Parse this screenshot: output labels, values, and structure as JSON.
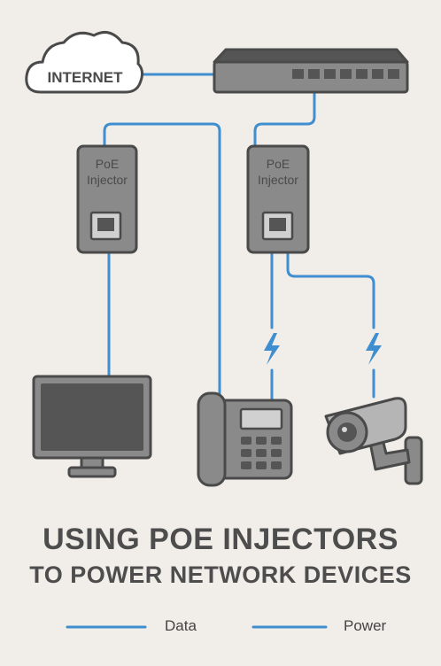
{
  "colors": {
    "background": "#f1eee9",
    "data_line": "#3f8fd0",
    "device_fill": "#8a8a8a",
    "device_dark": "#555555",
    "device_light": "#b5b5b5",
    "outline": "#4a4a4a"
  },
  "nodes": {
    "internet": {
      "label": "INTERNET",
      "icon": "cloud-icon"
    },
    "switch": {
      "icon": "network-switch-icon"
    },
    "injector_left": {
      "label_line1": "PoE",
      "label_line2": "Injector",
      "icon": "poe-injector-icon"
    },
    "injector_right": {
      "label_line1": "PoE",
      "label_line2": "Injector",
      "icon": "poe-injector-icon"
    },
    "monitor": {
      "icon": "monitor-icon"
    },
    "phone": {
      "icon": "ip-phone-icon"
    },
    "camera": {
      "icon": "security-camera-icon"
    }
  },
  "power_markers": [
    {
      "icon": "lightning-bolt-icon",
      "target": "phone"
    },
    {
      "icon": "lightning-bolt-icon",
      "target": "camera"
    }
  ],
  "title": {
    "line1": "USING POE INJECTORS",
    "line2": "TO POWER NETWORK DEVICES"
  },
  "legend": [
    {
      "label": "Data",
      "color": "#3f8fd0"
    },
    {
      "label": "Power",
      "color": "#3f8fd0"
    }
  ]
}
